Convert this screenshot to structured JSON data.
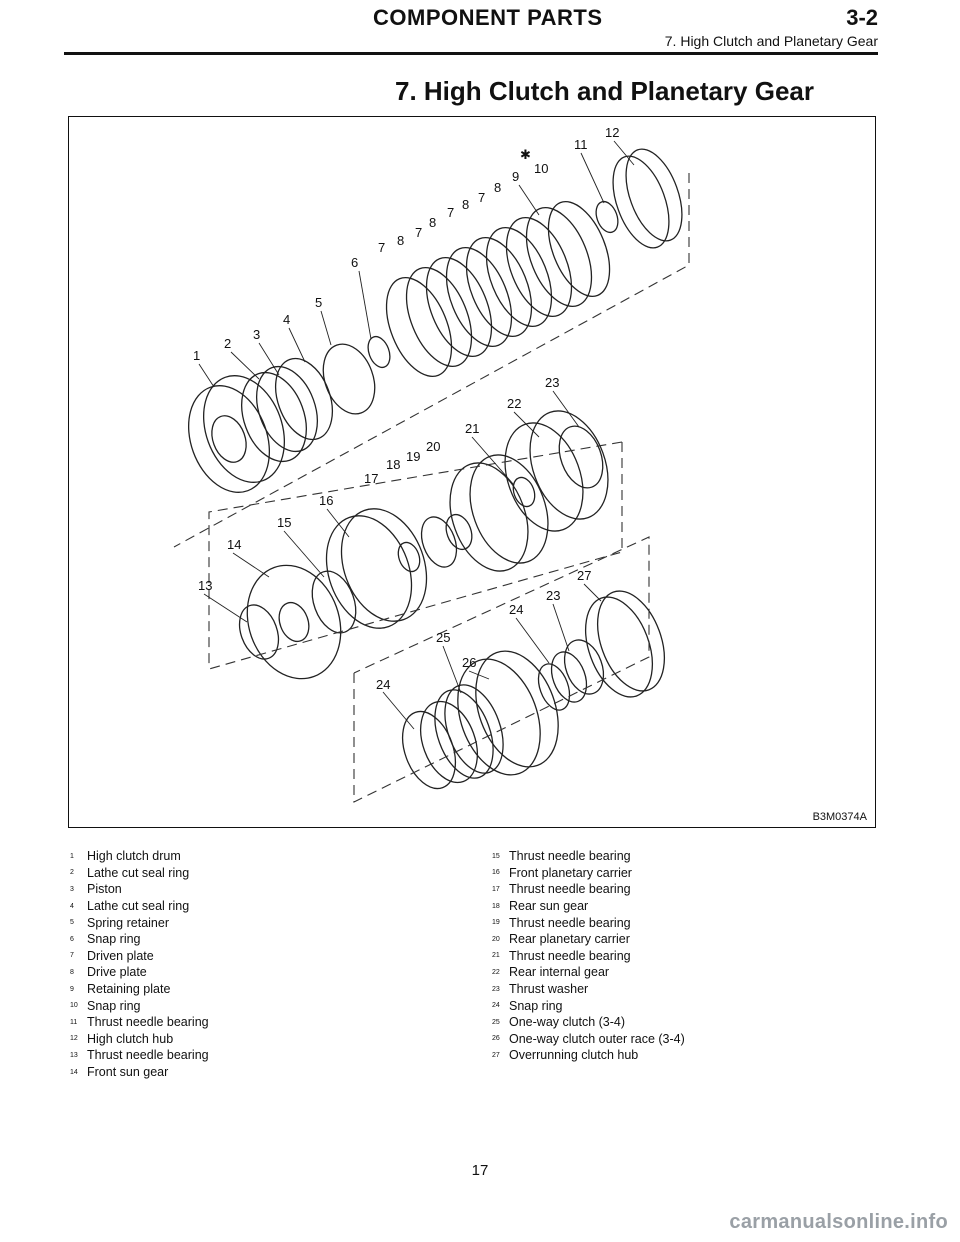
{
  "header": {
    "section_title": "COMPONENT PARTS",
    "section_number": "3-2",
    "subtitle": "7. High Clutch and Planetary Gear"
  },
  "page_title": "7. High Clutch and Planetary Gear",
  "figure": {
    "code": "B3M0374A",
    "callouts": [
      "1",
      "2",
      "3",
      "4",
      "5",
      "6",
      "7",
      "8",
      "7",
      "8",
      "7",
      "8",
      "7",
      "8",
      "9",
      "10",
      "11",
      "12",
      "13",
      "14",
      "15",
      "16",
      "17",
      "18",
      "19",
      "20",
      "21",
      "22",
      "23",
      "24",
      "25",
      "26",
      "27",
      "24",
      "23"
    ],
    "asterisk": "✱"
  },
  "legend": [
    {
      "num": "1",
      "text": "High clutch drum"
    },
    {
      "num": "2",
      "text": "Lathe cut seal ring"
    },
    {
      "num": "3",
      "text": "Piston"
    },
    {
      "num": "4",
      "text": "Lathe cut seal ring"
    },
    {
      "num": "5",
      "text": "Spring retainer"
    },
    {
      "num": "6",
      "text": "Snap ring"
    },
    {
      "num": "7",
      "text": "Driven plate"
    },
    {
      "num": "8",
      "text": "Drive plate"
    },
    {
      "num": "9",
      "text": "Retaining plate"
    },
    {
      "num": "10",
      "text": "Snap ring"
    },
    {
      "num": "11",
      "text": "Thrust needle bearing"
    },
    {
      "num": "12",
      "text": "High clutch hub"
    },
    {
      "num": "13",
      "text": "Thrust needle bearing"
    },
    {
      "num": "14",
      "text": "Front sun gear"
    },
    {
      "num": "15",
      "text": "Thrust needle bearing"
    },
    {
      "num": "16",
      "text": "Front planetary carrier"
    },
    {
      "num": "17",
      "text": "Thrust needle bearing"
    },
    {
      "num": "18",
      "text": "Rear sun gear"
    },
    {
      "num": "19",
      "text": "Thrust needle bearing"
    },
    {
      "num": "20",
      "text": "Rear planetary carrier"
    },
    {
      "num": "21",
      "text": "Thrust needle bearing"
    },
    {
      "num": "22",
      "text": "Rear internal gear"
    },
    {
      "num": "23",
      "text": "Thrust washer"
    },
    {
      "num": "24",
      "text": "Snap ring"
    },
    {
      "num": "25",
      "text": "One-way clutch (3-4)"
    },
    {
      "num": "26",
      "text": "One-way clutch outer race (3-4)"
    },
    {
      "num": "27",
      "text": "Overrunning clutch hub"
    }
  ],
  "page_number": "17",
  "watermark": "carmanualsonline.info"
}
